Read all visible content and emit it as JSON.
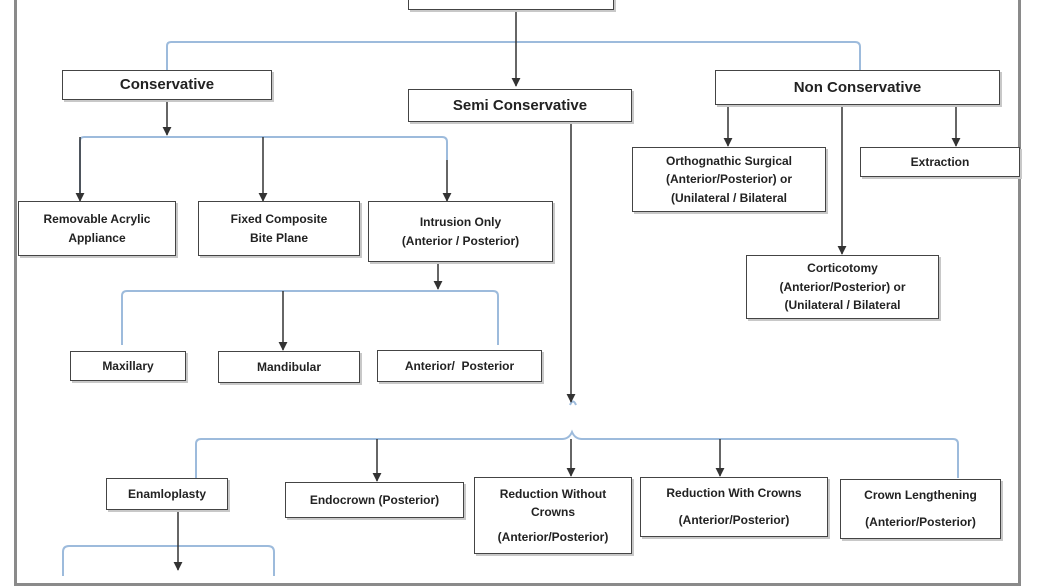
{
  "root": {
    "label": ""
  },
  "conservative": {
    "label": "Conservative",
    "children": [
      {
        "lines": [
          "Removable Acrylic",
          "Appliance"
        ]
      },
      {
        "lines": [
          "Fixed Composite",
          "Bite Plane"
        ]
      },
      {
        "lines": [
          "Intrusion Only",
          "(Anterior / Posterior)"
        ]
      }
    ],
    "intrusion_children": [
      {
        "label": "Maxillary"
      },
      {
        "label": "Mandibular"
      },
      {
        "label": "Anterior/  Posterior"
      }
    ]
  },
  "semi_conservative": {
    "label": "Semi Conservative",
    "children": [
      {
        "lines": [
          "Enamloplasty"
        ]
      },
      {
        "lines": [
          "Endocrown (Posterior)"
        ]
      },
      {
        "lines": [
          "Reduction Without",
          "Crowns",
          "(Anterior/Posterior)"
        ]
      },
      {
        "lines": [
          "Reduction With Crowns",
          "(Anterior/Posterior)"
        ]
      },
      {
        "lines": [
          "Crown Lengthening",
          "(Anterior/Posterior)"
        ]
      }
    ]
  },
  "non_conservative": {
    "label": "Non Conservative",
    "children": [
      {
        "lines": [
          "Orthognathic Surgical",
          "(Anterior/Posterior) or",
          "(Unilateral / Bilateral"
        ]
      },
      {
        "lines": [
          "Extraction"
        ]
      },
      {
        "lines": [
          "Corticotomy",
          "(Anterior/Posterior) or",
          "(Unilateral / Bilateral"
        ]
      }
    ]
  },
  "colors": {
    "connector": "#9dbbdc",
    "arrow": "#333333",
    "border": "#444444",
    "frame": "#8a8a8a"
  }
}
